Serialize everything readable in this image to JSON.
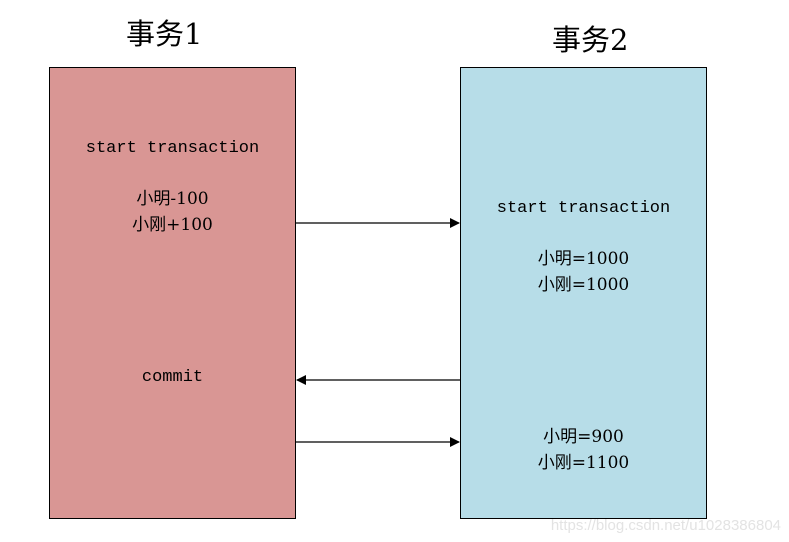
{
  "colors": {
    "transaction1_fill": "#d99694",
    "transaction2_fill": "#b7dde8",
    "border": "#000000",
    "arrow": "#000000",
    "watermark": "#e3e3e3"
  },
  "transaction1": {
    "title": "事务1",
    "lines": {
      "start": "start transaction",
      "op1": "小明-100",
      "op2": "小刚+100",
      "commit": "commit"
    }
  },
  "transaction2": {
    "title": "事务2",
    "lines": {
      "start": "start transaction",
      "read1_a": "小明=1000",
      "read1_b": "小刚=1000",
      "read2_a": "小明=900",
      "read2_b": "小刚=1100"
    }
  },
  "arrows": [
    {
      "from": "transaction1",
      "to": "transaction2"
    },
    {
      "from": "transaction2",
      "to": "transaction1"
    },
    {
      "from": "transaction1",
      "to": "transaction2"
    }
  ],
  "watermark": "https://blog.csdn.net/u1028386804"
}
